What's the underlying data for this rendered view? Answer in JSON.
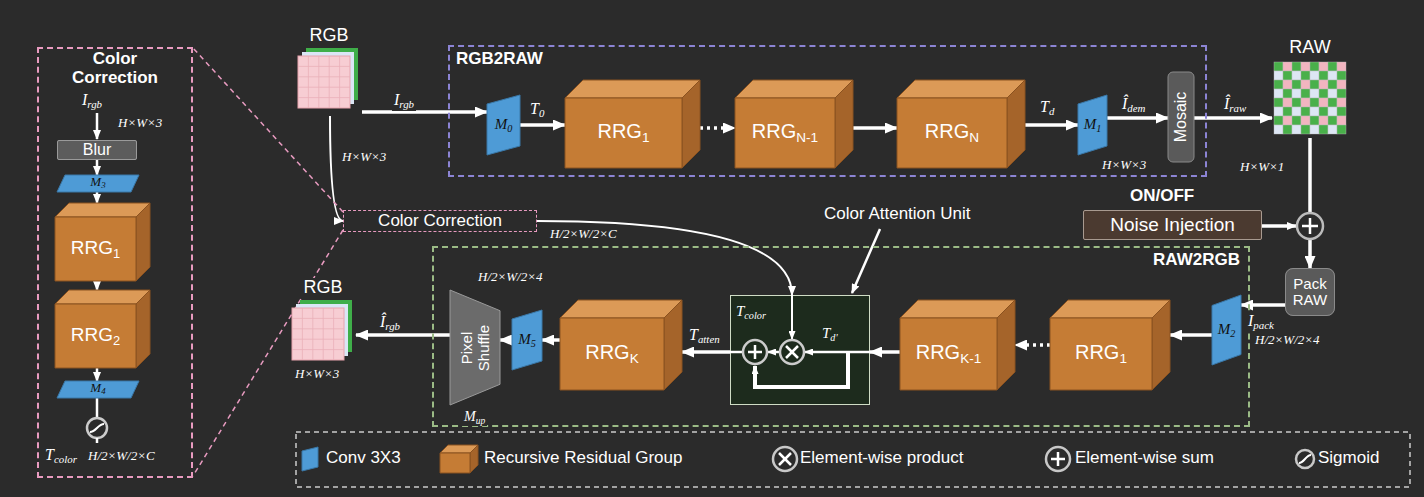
{
  "diagram": {
    "nodes": [
      {
        "text": [
          "Color Correction"
        ]
      },
      {
        "text": [
          "Blur"
        ],
        "in": 0
      },
      {
        "text": [
          "M3"
        ],
        "in": 0
      },
      {
        "text": [
          "RRG1"
        ],
        "in": 0
      },
      {
        "text": [
          "RRG2"
        ],
        "in": 0
      },
      {
        "text": [
          "M4"
        ],
        "in": 0
      },
      {
        "text": [
          "RGB"
        ]
      },
      {
        "text": [
          "RGB2RAW"
        ]
      },
      {
        "text": [
          "M0"
        ],
        "in": 7
      },
      {
        "text": [
          "RRG1"
        ],
        "in": 7
      },
      {
        "text": [
          "RRGN-1"
        ],
        "in": 7
      },
      {
        "text": [
          "RRGN"
        ],
        "in": 7
      },
      {
        "text": [
          "M1"
        ],
        "in": 7
      },
      {
        "text": [
          "Mosaic"
        ],
        "in": 7
      },
      {
        "text": [
          "RAW"
        ]
      },
      {
        "text": [
          "Noise Injection"
        ]
      },
      {
        "text": [
          "Color Correction"
        ]
      },
      {
        "text": [
          "RAW2RGB"
        ]
      },
      {
        "text": [
          "Pixel Shuffle"
        ],
        "in": 17
      },
      {
        "text": [
          "M5"
        ],
        "in": 17
      },
      {
        "text": [
          "RRGK"
        ],
        "in": 17
      },
      {
        "text": [
          "Tcolor",
          "Td'"
        ],
        "in": 17
      },
      {
        "text": [
          "RRGK-1"
        ],
        "in": 17
      },
      {
        "text": [
          "RRG1"
        ],
        "in": 17
      },
      {
        "text": [
          "M2"
        ],
        "in": 17
      },
      {
        "text": [
          "Pack RAW"
        ]
      },
      {
        "text": [
          "RGB"
        ]
      }
    ],
    "edges": [
      {
        "from": 6,
        "to": 8,
        "arrow": "to",
        "label": "Irgb"
      },
      {
        "from": 8,
        "to": 9,
        "arrow": "to",
        "label": "T0"
      },
      {
        "from": 9,
        "to": 10,
        "arrow": "to"
      },
      {
        "from": 10,
        "to": 11,
        "arrow": "to"
      },
      {
        "from": 11,
        "to": 12,
        "arrow": "to",
        "label": "Td"
      },
      {
        "from": 12,
        "to": 13,
        "arrow": "to",
        "label": "Îdem"
      },
      {
        "from": 13,
        "to": 14,
        "arrow": "to",
        "label": "Îraw"
      },
      {
        "from": 6,
        "to": 16,
        "arrow": "to"
      },
      {
        "from": 16,
        "to": 0,
        "arrow": "none"
      },
      {
        "from": 16,
        "to": 0,
        "arrow": "none"
      },
      {
        "from": 16,
        "to": 21,
        "arrow": "to",
        "label": "H/2×W/2×C"
      },
      {
        "from": 14,
        "to": 25,
        "arrow": "to"
      },
      {
        "from": 25,
        "to": 24,
        "arrow": "to",
        "label": "Ipack"
      },
      {
        "from": 24,
        "to": 23,
        "arrow": "to"
      },
      {
        "from": 23,
        "to": 22,
        "arrow": "to"
      },
      {
        "from": 22,
        "to": 21,
        "arrow": "to"
      },
      {
        "from": 21,
        "to": 20,
        "arrow": "to",
        "label": "Tatten"
      },
      {
        "from": 20,
        "to": 19,
        "arrow": "to"
      },
      {
        "from": 19,
        "to": 18,
        "arrow": "to"
      },
      {
        "from": 18,
        "to": 26,
        "arrow": "to",
        "label": "Îrgb"
      },
      {
        "from": 1,
        "to": 2,
        "arrow": "to"
      },
      {
        "from": 2,
        "to": 3,
        "arrow": "to"
      },
      {
        "from": 3,
        "to": 4,
        "arrow": "to"
      },
      {
        "from": 4,
        "to": 5,
        "arrow": "to"
      }
    ],
    "labels": [
      "Irgb",
      "H×W×3",
      "Tcolor",
      "H/2×W/2×C",
      "H×W×3",
      "H×W×3",
      "H×W×1",
      "ON/OFF",
      "Color Attention Unit",
      "H/2×W/2×4",
      "H/2×W/2×4",
      "Mup",
      "H×W×3"
    ],
    "legend": [
      {
        "text": "Conv 3X3",
        "color": "#4e9bd6"
      },
      {
        "text": "Recursive Residual Group",
        "color": "#c57c35"
      },
      {
        "text": "Element-wise product"
      },
      {
        "text": "Element-wise sum"
      },
      {
        "text": "Sigmoid"
      }
    ]
  }
}
